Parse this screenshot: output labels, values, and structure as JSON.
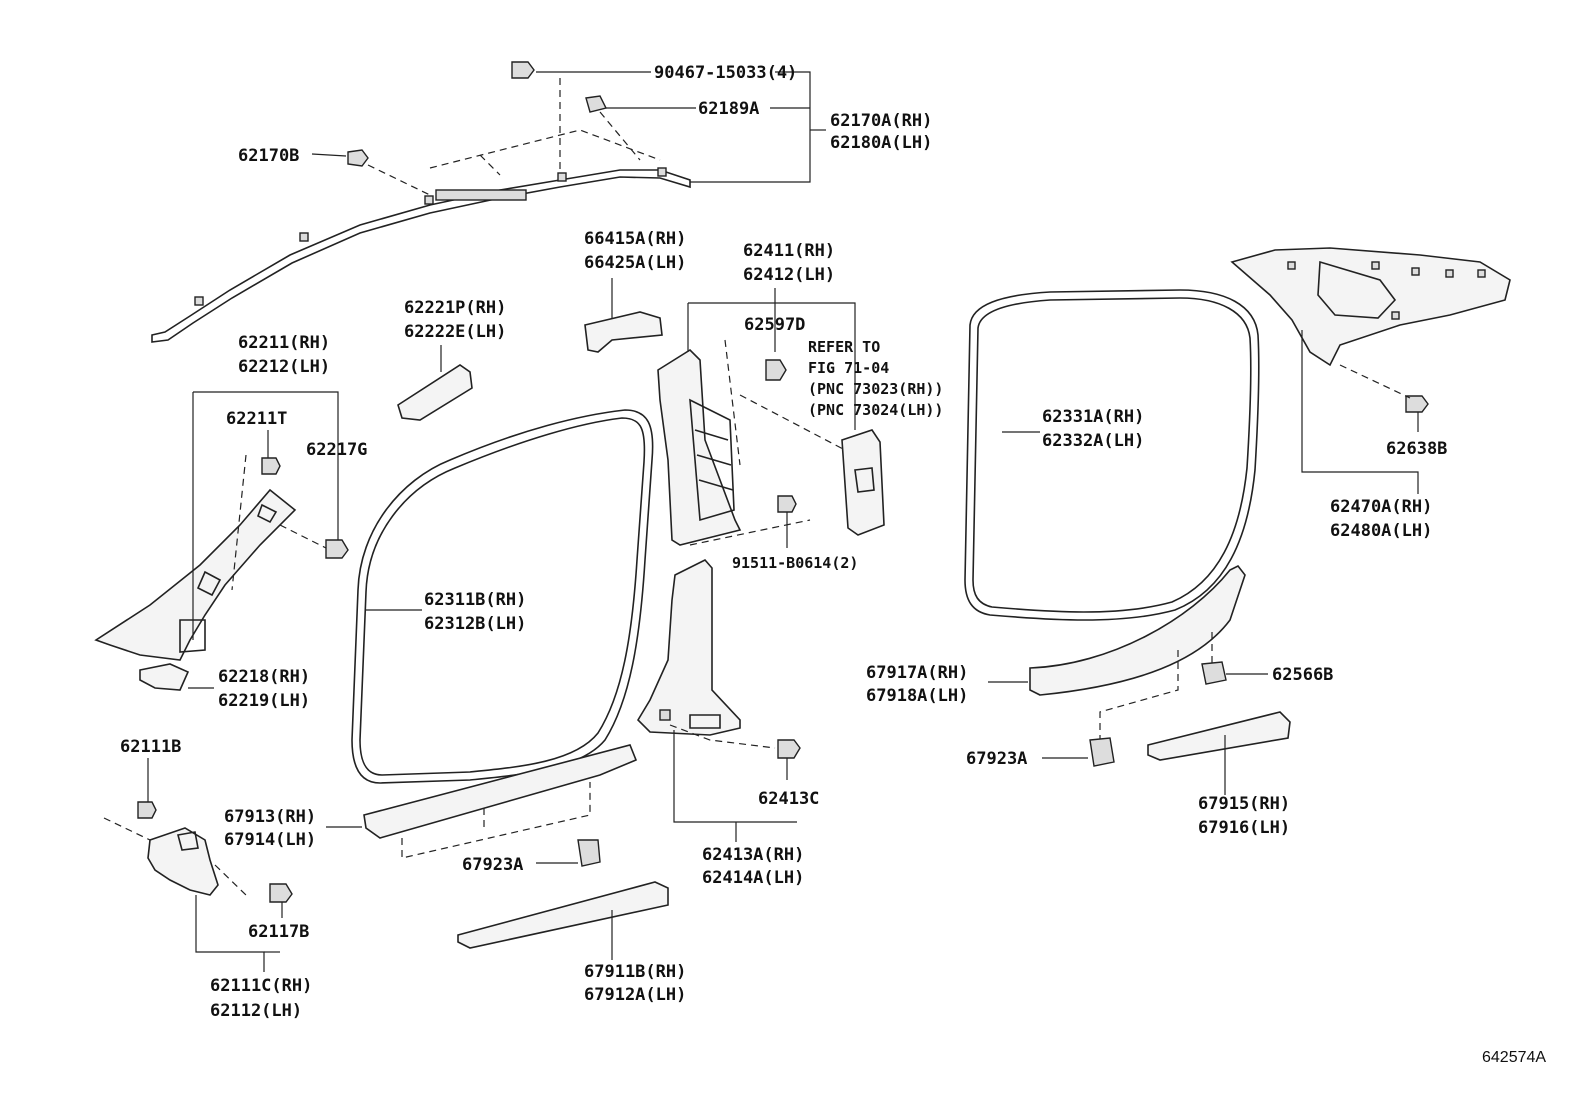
{
  "labels": {
    "l90467": "90467-15033(4)",
    "l62189A": "62189A",
    "l62170A": "62170A(RH)",
    "l62180A": "62180A(LH)",
    "l62170B": "62170B",
    "l66415A": "66415A(RH)",
    "l66425A": "66425A(LH)",
    "l62411": "62411(RH)",
    "l62412": "62412(LH)",
    "l62597D": "62597D",
    "refer1": "REFER TO",
    "refer2": "FIG 71-04",
    "refer3": "(PNC 73023(RH))",
    "refer4": "(PNC 73024(LH))",
    "l62221P": "62221P(RH)",
    "l62222E": "62222E(LH)",
    "l62211": "62211(RH)",
    "l62212": "62212(LH)",
    "l62211T": "62211T",
    "l62217G": "62217G",
    "l62331A": "62331A(RH)",
    "l62332A": "62332A(LH)",
    "l62638B": "62638B",
    "l62470A": "62470A(RH)",
    "l62480A": "62480A(LH)",
    "l91511": "91511-B0614(2)",
    "l62311B": "62311B(RH)",
    "l62312B": "62312B(LH)",
    "l62218": "62218(RH)",
    "l62219": "62219(LH)",
    "l67917A": "67917A(RH)",
    "l67918A": "67918A(LH)",
    "l62566B": "62566B",
    "l62111B": "62111B",
    "l67913": "67913(RH)",
    "l67914": "67914(LH)",
    "l62413C": "62413C",
    "l67923A_1": "67923A",
    "l67923A_2": "67923A",
    "l62413A": "62413A(RH)",
    "l62414A": "62414A(LH)",
    "l67915": "67915(RH)",
    "l67916": "67916(LH)",
    "l62117B": "62117B",
    "l62111C": "62111C(RH)",
    "l62112": "62112(LH)",
    "l67911B": "67911B(RH)",
    "l67912A": "67912A(LH)"
  },
  "figure_id": "642574A"
}
